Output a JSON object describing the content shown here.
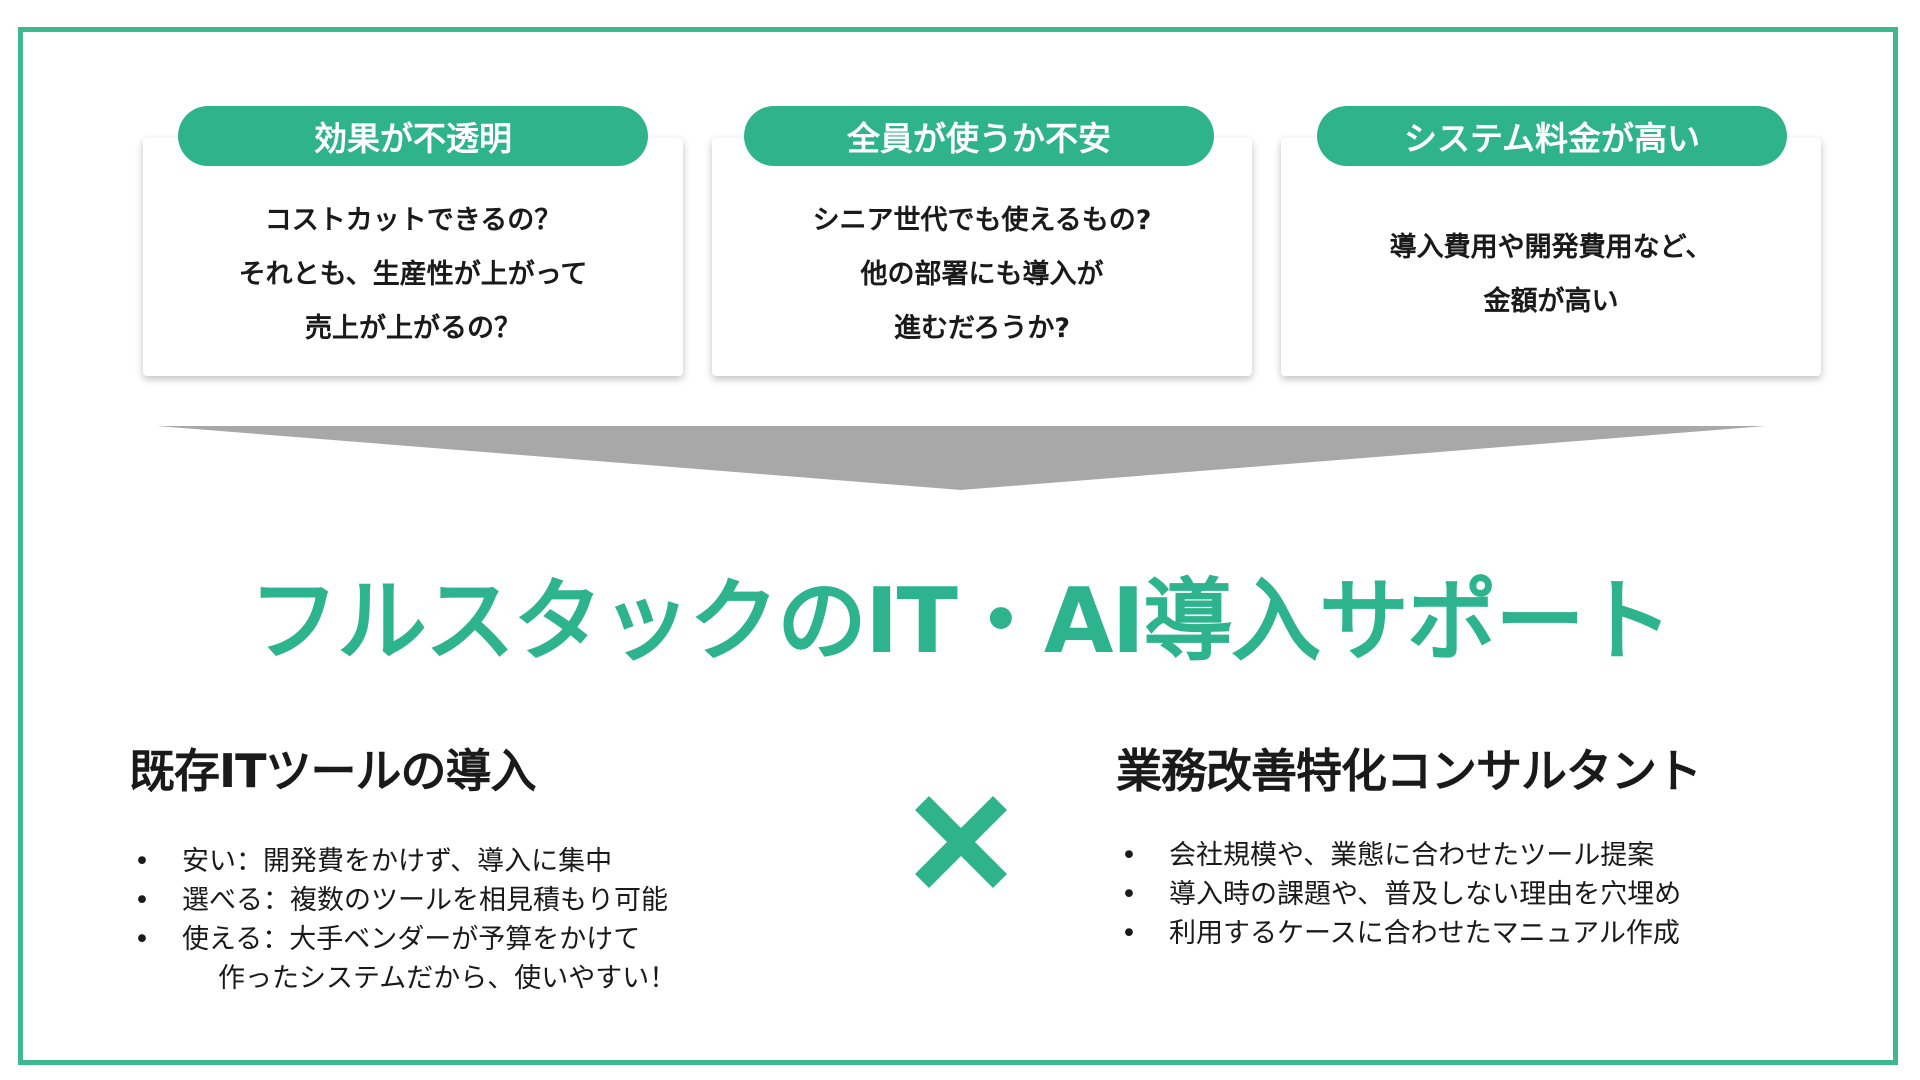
{
  "concerns": [
    {
      "label": "効果が不透明",
      "lines": [
        "コストカットできるの？",
        "それとも、生産性が上がって",
        "売上が上がるの？"
      ]
    },
    {
      "label": "全員が使うか不安",
      "lines": [
        "シニア世代でも使えるもの?",
        "他の部署にも導入が",
        "進むだろうか?"
      ]
    },
    {
      "label": "システム料金が高い",
      "lines": [
        "導入費用や開発費用など、",
        "金額が高い"
      ]
    }
  ],
  "title": "フルスタックのIT・AI導入サポート",
  "left": {
    "heading": "既存ITツールの導入",
    "bullets": [
      "安い：開発費をかけず、導入に集中",
      "選べる：複数のツールを相見積もり可能",
      "使える：大手ベンダーが予算をかけて"
    ],
    "continuation": "作ったシステムだから、使いやすい！"
  },
  "right": {
    "heading": "業務改善特化コンサルタント",
    "bullets": [
      "会社規模や、業態に合わせたツール提案",
      "導入時の課題や、普及しない理由を穴埋め",
      "利用するケースに合わせたマニュアル作成"
    ]
  },
  "colors": {
    "accent": "#2fb38b",
    "arrow": "#a8a8a8"
  }
}
